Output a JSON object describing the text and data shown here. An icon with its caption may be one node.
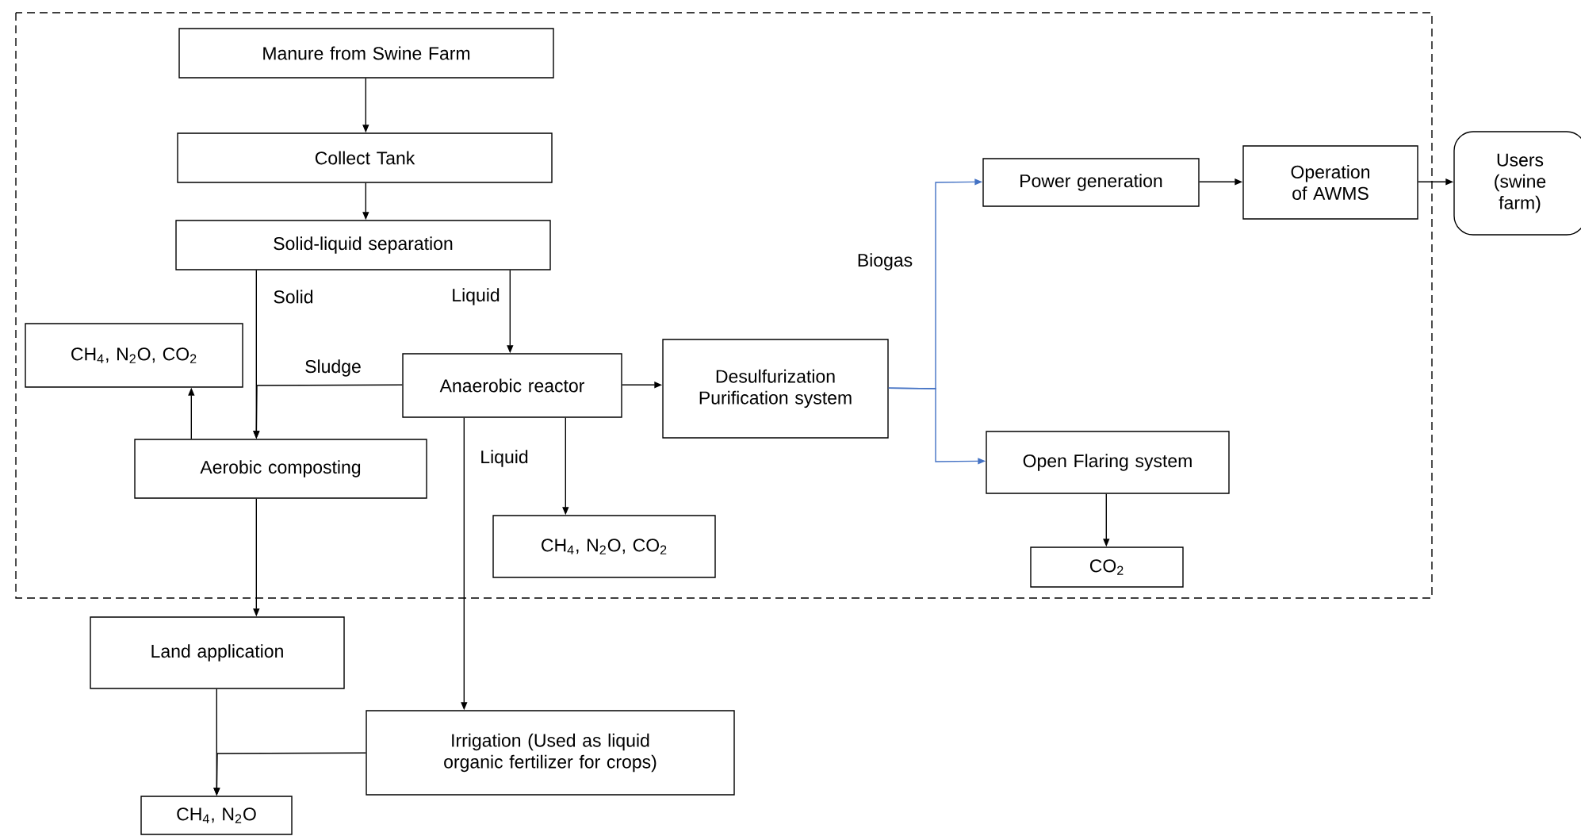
{
  "diagram": {
    "nodes": [
      {
        "text": [
          "Manure from Swine Farm"
        ]
      },
      {
        "text": [
          "Collect Tank"
        ]
      },
      {
        "text": [
          "Solid-liquid separation"
        ]
      },
      {
        "text": [
          "CH$_{4}$, N$_{2}$O, CO$_{2}$"
        ]
      },
      {
        "text": [
          "Anaerobic reactor"
        ]
      },
      {
        "text": [
          "Desulfurization Purification system"
        ]
      },
      {
        "text": [
          "Power generation"
        ]
      },
      {
        "text": [
          "Operation of AWMS"
        ]
      },
      {
        "text": [
          "Users (swine farm)"
        ]
      },
      {
        "text": [
          "Aerobic composting"
        ]
      },
      {
        "text": [
          "Open Flaring system"
        ]
      },
      {
        "text": [
          "CH$_{4}$, N$_{2}$O, CO$_{2}$"
        ]
      },
      {
        "text": [
          "CO$_{2}$"
        ]
      },
      {
        "text": [
          "Land application"
        ]
      },
      {
        "text": [
          "Irrigation (Used as liquid organic fertilizer for crops)"
        ]
      },
      {
        "text": [
          "CH$_{4}$, N$_{2}$O"
        ]
      }
    ],
    "edges": [
      {
        "from": 0,
        "to": 1,
        "arrow": "to"
      },
      {
        "from": 1,
        "to": 2,
        "arrow": "to"
      },
      {
        "from": 2,
        "to": 9,
        "arrow": "to",
        "label": "Solid"
      },
      {
        "from": 2,
        "to": 4,
        "arrow": "to",
        "label": "Liquid"
      },
      {
        "from": 4,
        "to": 9,
        "arrow": "to",
        "label": "Sludge"
      },
      {
        "from": 9,
        "to": 3,
        "arrow": "to"
      },
      {
        "from": 4,
        "to": 5,
        "arrow": "to"
      },
      {
        "from": 4,
        "to": 11,
        "arrow": "to"
      },
      {
        "from": 4,
        "to": 14,
        "arrow": "to",
        "label": "Liquid"
      },
      {
        "from": 5,
        "to": 6,
        "arrow": "to",
        "label": "Biogas",
        "color": "#4472c4"
      },
      {
        "from": 5,
        "to": 10,
        "arrow": "to",
        "color": "#4472c4"
      },
      {
        "from": 6,
        "to": 7,
        "arrow": "to"
      },
      {
        "from": 7,
        "to": 8,
        "arrow": "to"
      },
      {
        "from": 10,
        "to": 12,
        "arrow": "to"
      },
      {
        "from": 9,
        "to": 13,
        "arrow": "to"
      },
      {
        "from": 13,
        "to": 15,
        "arrow": "to"
      },
      {
        "from": 14,
        "to": 15,
        "arrow": "to"
      }
    ]
  }
}
